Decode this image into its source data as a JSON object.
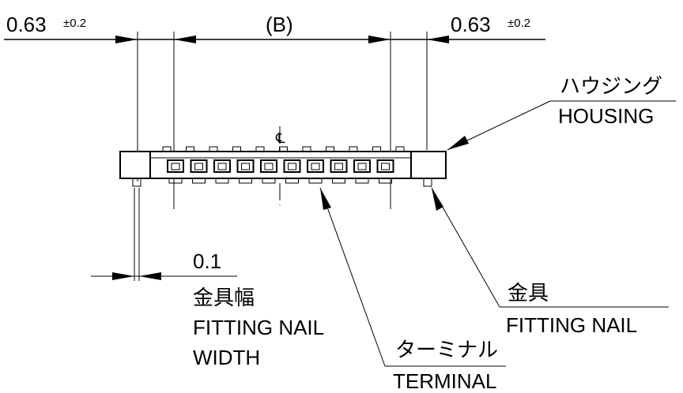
{
  "dimensions": {
    "left_value": "0.63",
    "left_tolerance": "±0.2",
    "center_label": "(B)",
    "right_value": "0.63",
    "right_tolerance": "±0.2",
    "nail_width_value": "0.1"
  },
  "centerline_symbol": "℄",
  "callouts": {
    "housing_jp": "ハウジング",
    "housing_en": "HOUSING",
    "fitting_nail_jp": "金具",
    "fitting_nail_en": "FITTING NAIL",
    "nail_width_jp": "金具幅",
    "nail_width_en_line1": "FITTING NAIL",
    "nail_width_en_line2": "WIDTH",
    "terminal_jp": "ターミナル",
    "terminal_en": "TERMINAL"
  }
}
